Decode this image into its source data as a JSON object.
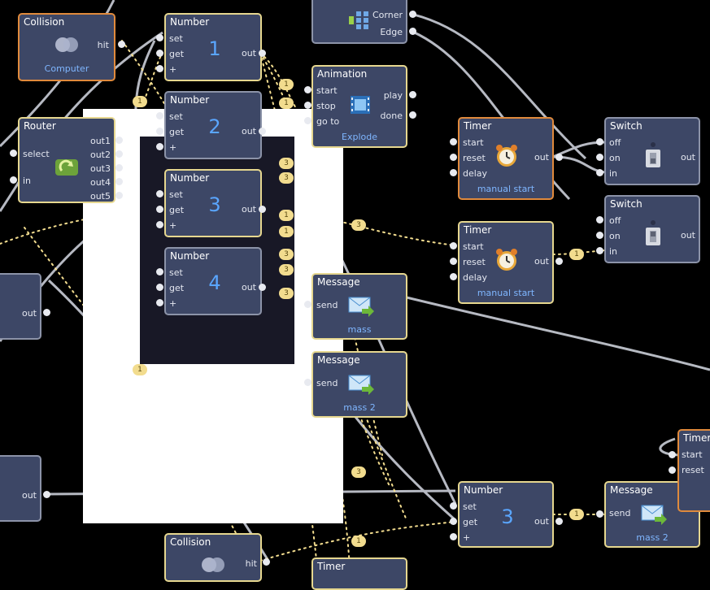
{
  "nodes": {
    "collision_top": {
      "title": "Collision",
      "port_out": "hit",
      "sub": "Computer"
    },
    "number1": {
      "title": "Number",
      "ports_in": [
        "set",
        "get",
        "+"
      ],
      "port_out": "out",
      "value": "1"
    },
    "number2": {
      "title": "Number",
      "ports_in": [
        "set",
        "get",
        "+"
      ],
      "port_out": "out",
      "value": "2"
    },
    "number3": {
      "title": "Number",
      "ports_in": [
        "set",
        "get",
        "+"
      ],
      "port_out": "out",
      "value": "3"
    },
    "number4": {
      "title": "Number",
      "ports_in": [
        "set",
        "get",
        "+"
      ],
      "port_out": "out",
      "value": "4"
    },
    "router": {
      "title": "Router",
      "ports_in": [
        "select",
        "in"
      ],
      "ports_out": [
        "out1",
        "out2",
        "out3",
        "out4",
        "out5"
      ]
    },
    "corner_edge": {
      "ports_out": [
        "Corner",
        "Edge"
      ]
    },
    "animation": {
      "title": "Animation",
      "ports_in": [
        "start",
        "stop",
        "go to"
      ],
      "ports_out": [
        "play",
        "done"
      ],
      "sub": "Explode"
    },
    "timer1": {
      "title": "Timer",
      "ports_in": [
        "start",
        "reset",
        "delay"
      ],
      "port_out": "out",
      "sub": "manual start"
    },
    "timer2": {
      "title": "Timer",
      "ports_in": [
        "start",
        "reset",
        "delay"
      ],
      "port_out": "out",
      "sub": "manual start"
    },
    "switch1": {
      "title": "Switch",
      "ports_in": [
        "off",
        "on",
        "in"
      ],
      "port_out": "out"
    },
    "switch2": {
      "title": "Switch",
      "ports_in": [
        "off",
        "on",
        "in"
      ],
      "port_out": "out"
    },
    "message1": {
      "title": "Message",
      "port_in": "send",
      "sub": "mass"
    },
    "message2": {
      "title": "Message",
      "port_in": "send",
      "sub": "mass 2"
    },
    "left_mid": {
      "port_out": "out"
    },
    "left_bottom": {
      "port_out": "out"
    },
    "number_bottom": {
      "title": "Number",
      "ports_in": [
        "set",
        "get",
        "+"
      ],
      "port_out": "out",
      "value": "3"
    },
    "message_bottom": {
      "title": "Message",
      "port_in": "send",
      "sub": "mass 2"
    },
    "timer_right": {
      "title": "Timer",
      "ports_in": [
        "start",
        "reset"
      ]
    },
    "collision_bottom": {
      "title": "Collision",
      "port_out": "hit"
    },
    "timer_bottom": {
      "title": "Timer"
    }
  },
  "badges": [
    "1",
    "1",
    "1",
    "3",
    "3",
    "1",
    "1",
    "3",
    "3",
    "3",
    "3",
    "1",
    "1",
    "3",
    "1",
    "1"
  ],
  "colors": {
    "wire_active": "#f2dc8e",
    "wire_idle": "#d6dae4",
    "node_bg": "#3d4766",
    "node_border": "#e6d78f",
    "node_selected_border": "#e08a3c",
    "accent_text": "#7fb6ff"
  }
}
